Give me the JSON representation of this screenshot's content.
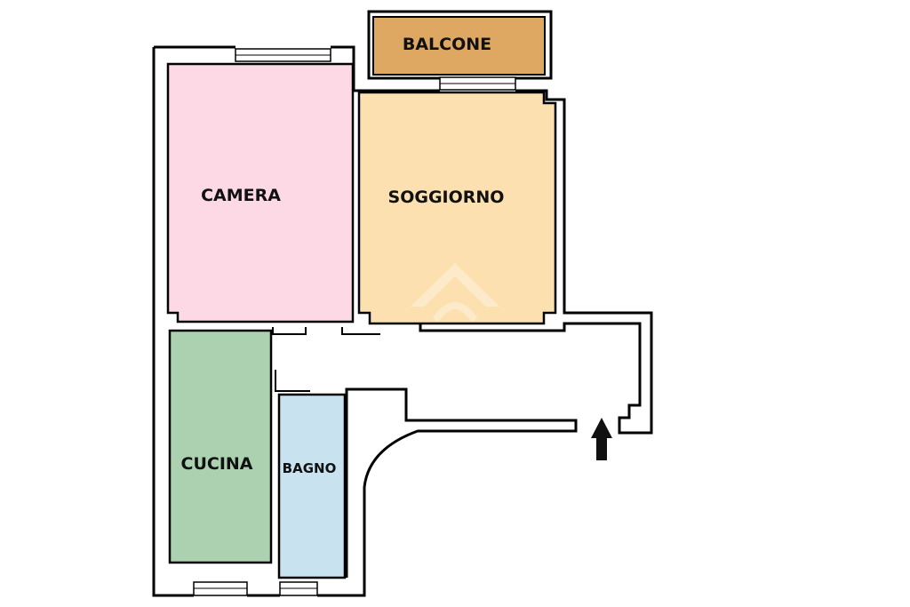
{
  "plan": {
    "rooms": [
      {
        "id": "balcone",
        "label": "BALCONE",
        "color": "#dfa862"
      },
      {
        "id": "camera",
        "label": "CAMERA",
        "color": "#fdd9e5"
      },
      {
        "id": "soggiorno",
        "label": "SOGGIORNO",
        "color": "#fde0b0"
      },
      {
        "id": "cucina",
        "label": "CUCINA",
        "color": "#abd1b0"
      },
      {
        "id": "bagno",
        "label": "BAGNO",
        "color": "#c8e3ef"
      }
    ],
    "entrance": {
      "icon": "arrow-up-icon"
    },
    "watermark": {
      "icon": "house-logo-icon"
    }
  }
}
